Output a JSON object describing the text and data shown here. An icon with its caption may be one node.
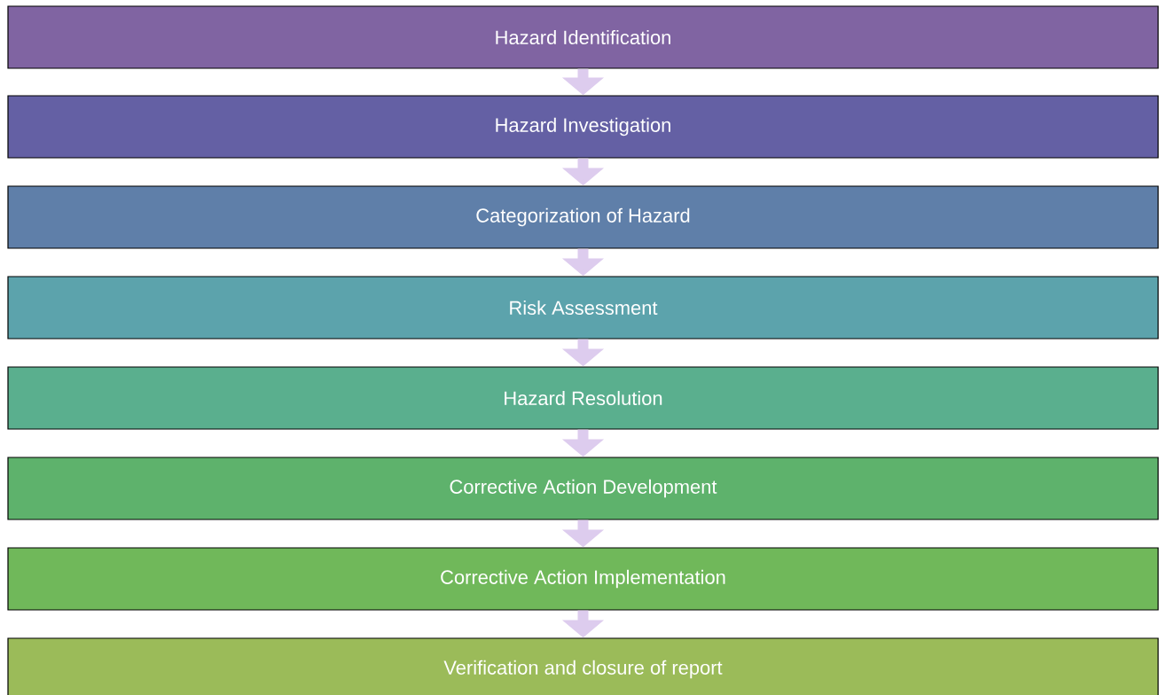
{
  "diagram": {
    "nodes": [
      {
        "text": [
          "Hazard Identification"
        ]
      },
      {
        "text": [
          "Hazard Investigation"
        ]
      },
      {
        "text": [
          "Categorization of Hazard"
        ]
      },
      {
        "text": [
          "Risk Assessment"
        ]
      },
      {
        "text": [
          "Hazard Resolution"
        ]
      },
      {
        "text": [
          "Corrective Action Development"
        ]
      },
      {
        "text": [
          "Corrective Action Implementation"
        ]
      },
      {
        "text": [
          "Verification and closure of report"
        ]
      }
    ],
    "edges": [
      {
        "from": 0,
        "to": 1,
        "arrow": "to"
      },
      {
        "from": 1,
        "to": 2,
        "arrow": "to"
      },
      {
        "from": 2,
        "to": 3,
        "arrow": "to"
      },
      {
        "from": 3,
        "to": 4,
        "arrow": "to"
      },
      {
        "from": 4,
        "to": 5,
        "arrow": "to"
      },
      {
        "from": 5,
        "to": 6,
        "arrow": "to"
      },
      {
        "from": 6,
        "to": 7,
        "arrow": "to"
      }
    ]
  }
}
